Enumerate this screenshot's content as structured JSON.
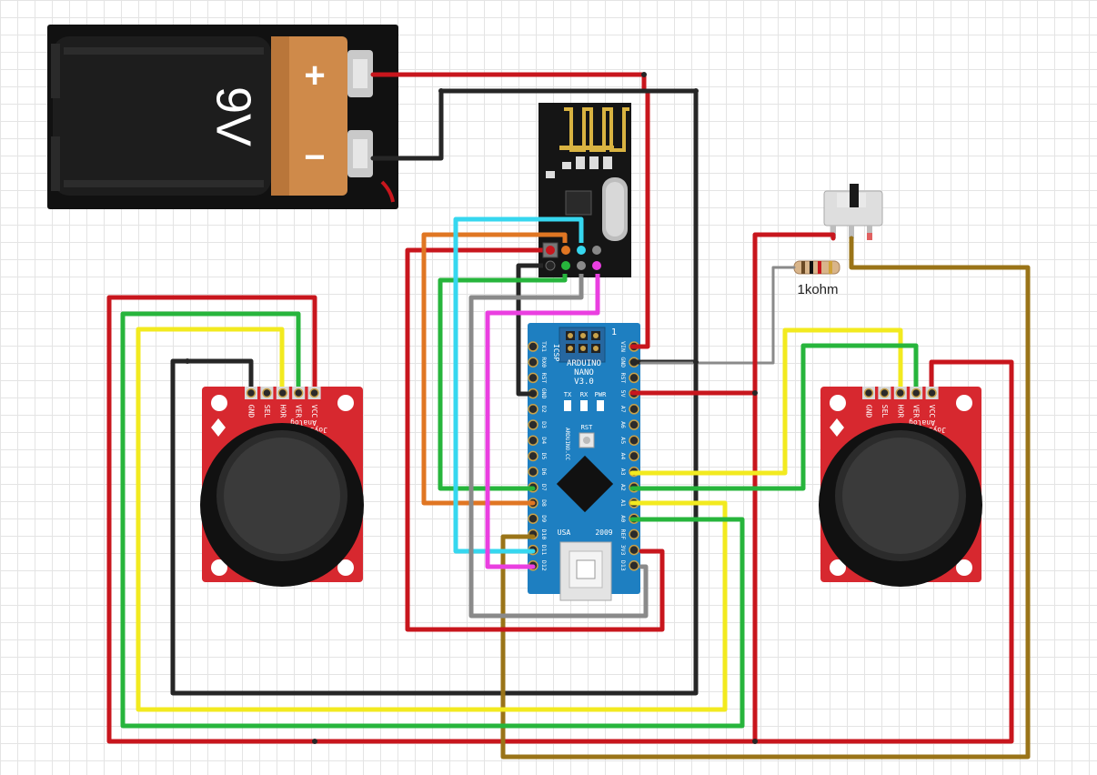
{
  "battery": {
    "polarity_plus": "+",
    "polarity_minus": "−",
    "voltage": "9V"
  },
  "arduino": {
    "icsp": "ICSP",
    "pin_one": "1",
    "model_line1": "ARDUINO",
    "model_line2": "NANO",
    "model_line3": "V3.0",
    "led_tx": "TX",
    "led_rx": "RX",
    "led_pwr": "PWR",
    "rst_button": "RST",
    "brand": "ARDUINO.CC",
    "usa": "USA",
    "year": "2009",
    "left_pins": [
      "TX1",
      "RX0",
      "RST",
      "GND",
      "D2",
      "D3",
      "D4",
      "D5",
      "D6",
      "D7",
      "D8",
      "D9",
      "D10",
      "D11",
      "D12"
    ],
    "right_pins": [
      "VIN",
      "GND",
      "RST",
      "5V",
      "A7",
      "A6",
      "A5",
      "A4",
      "A3",
      "A2",
      "A1",
      "A0",
      "REF",
      "3V3",
      "D13"
    ]
  },
  "joystick_left": {
    "pins": [
      "GND",
      "SEL",
      "HOR",
      "VER",
      "VCC"
    ],
    "title1": "Analog",
    "title2": "Joystick"
  },
  "joystick_right": {
    "pins": [
      "GND",
      "SEL",
      "HOR",
      "VER",
      "VCC"
    ],
    "title1": "Analog",
    "title2": "Joystick"
  },
  "resistor": {
    "label": "1kohm"
  },
  "colors": {
    "red": "#c8161d",
    "black": "#262626",
    "green": "#27b53c",
    "yellow": "#f2ea1f",
    "cyan": "#36d7ef",
    "orange": "#e07623",
    "gray": "#8a8a8a",
    "magenta": "#ea3fe0",
    "brown": "#9a7418",
    "board_blue": "#1e7fc1",
    "joystick_red": "#d7282f",
    "rf_black": "#151515"
  }
}
